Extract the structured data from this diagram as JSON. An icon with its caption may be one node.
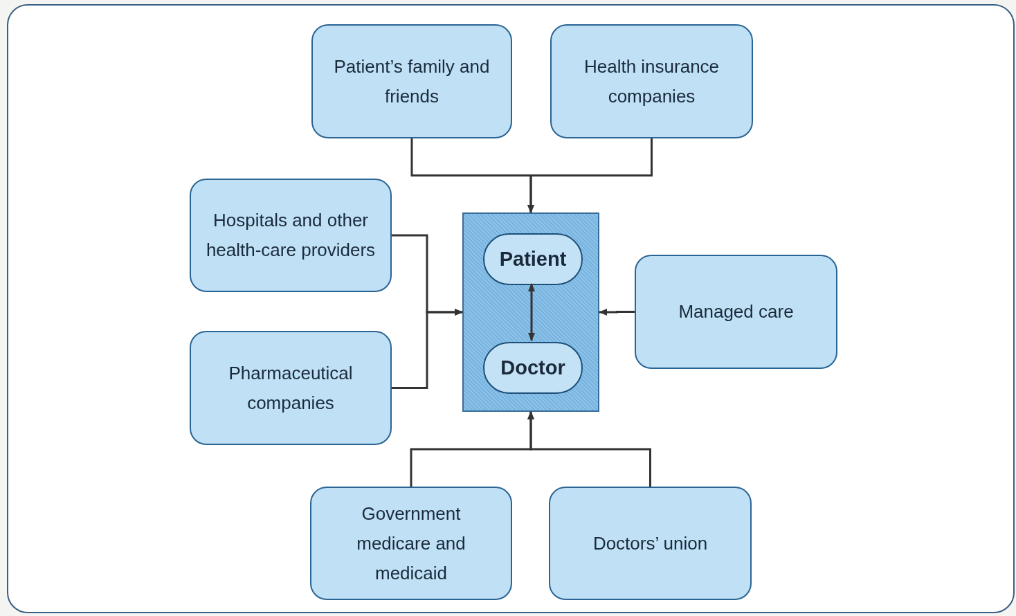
{
  "diagram": {
    "nodes": [
      {
        "text": [
          "Patient’s family and friends"
        ]
      },
      {
        "text": [
          "Health insurance companies"
        ]
      },
      {
        "text": [
          "Hospitals and other health-care providers"
        ]
      },
      {
        "text": [],
        "shape": "box"
      },
      {
        "text": [
          "Patient"
        ],
        "in": 3
      },
      {
        "text": [
          "Doctor"
        ],
        "in": 3
      },
      {
        "text": [
          "Managed care"
        ]
      },
      {
        "text": [
          "Pharmaceutical companies"
        ]
      },
      {
        "text": [
          "Government medicare and medicaid"
        ]
      },
      {
        "text": [
          "Doctors’ union"
        ]
      }
    ],
    "edges": [
      {
        "from": 0,
        "to": 3,
        "arrow": "to"
      },
      {
        "from": 1,
        "to": 3,
        "arrow": "to"
      },
      {
        "from": 2,
        "to": 3,
        "arrow": "to"
      },
      {
        "from": 7,
        "to": 3,
        "arrow": "to"
      },
      {
        "from": 6,
        "to": 3,
        "arrow": "to"
      },
      {
        "from": 8,
        "to": 3,
        "arrow": "to"
      },
      {
        "from": 9,
        "to": 3,
        "arrow": "to"
      },
      {
        "from": 4,
        "to": 5,
        "arrow": "both"
      }
    ]
  }
}
